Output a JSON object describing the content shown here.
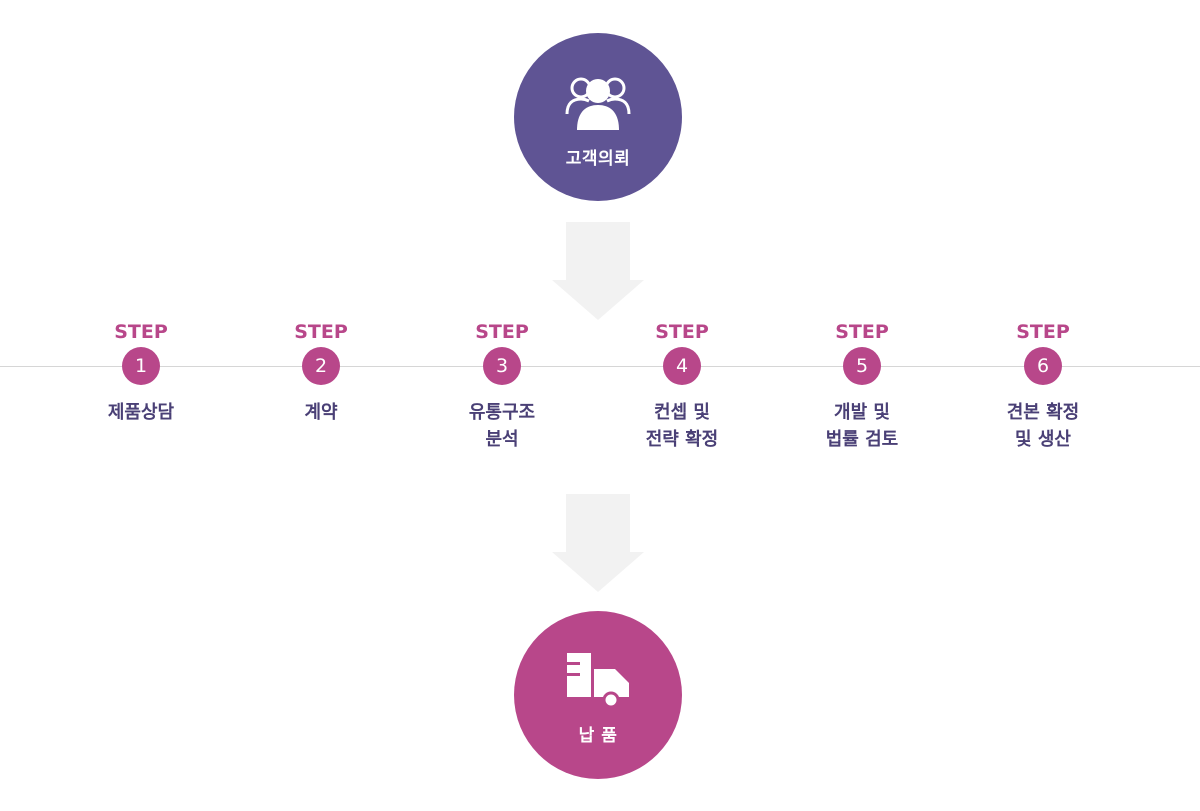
{
  "top_node": {
    "label": "고객의뢰",
    "icon": "customers-icon",
    "color": "#5f5494"
  },
  "bottom_node": {
    "label": "납 품",
    "icon": "delivery-truck-icon",
    "color": "#b8478a"
  },
  "accent_color": "#b8478a",
  "title_color": "#4a4076",
  "arrow_color": "#f2f2f2",
  "steps": [
    {
      "tag": "STEP",
      "number": "1",
      "title": "제품상담"
    },
    {
      "tag": "STEP",
      "number": "2",
      "title": "계약"
    },
    {
      "tag": "STEP",
      "number": "3",
      "title": "유통구조\n분석"
    },
    {
      "tag": "STEP",
      "number": "4",
      "title": "컨셉 및\n전략 확정"
    },
    {
      "tag": "STEP",
      "number": "5",
      "title": "개발 및\n법률 검토"
    },
    {
      "tag": "STEP",
      "number": "6",
      "title": "견본 확정\n및 생산"
    }
  ]
}
